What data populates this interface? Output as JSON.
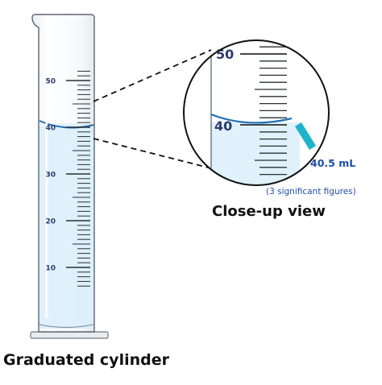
{
  "cylinder": {
    "tick_labels": [
      "50",
      "40",
      "30",
      "20",
      "10"
    ],
    "caption": "Graduated cylinder"
  },
  "closeup": {
    "tick_labels": [
      "50",
      "40"
    ],
    "reading": "40.5 mL",
    "note": "(3 significant figures)",
    "caption": "Close-up view"
  },
  "colors": {
    "liquid": "#dbeefc",
    "meniscus": "#1f6fb5",
    "arrow": "#1fb3cc",
    "reading_text": "#1f4fa8",
    "label_text": "#2b3a6b"
  }
}
